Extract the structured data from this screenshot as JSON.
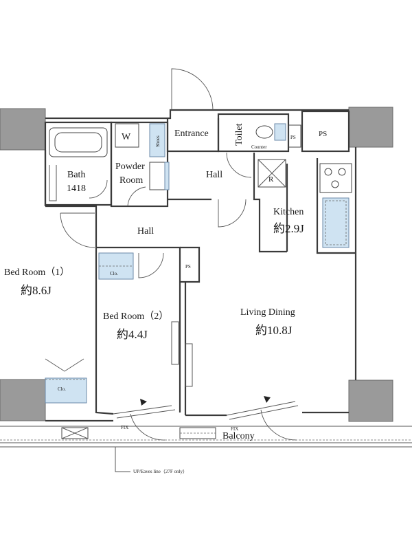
{
  "rooms": {
    "bedroom1": {
      "name": "Bed Room（1）",
      "area": "約8.6J"
    },
    "bedroom2": {
      "name": "Bed Room（2）",
      "area": "約4.4J"
    },
    "living": {
      "name": "Living Dining",
      "area": "約10.8J"
    },
    "kitchen": {
      "name": "Kitchen",
      "area": "約2.9J"
    },
    "bath": {
      "name": "Bath",
      "size": "1418"
    },
    "powder": {
      "name_line1": "Powder",
      "name_line2": "Room"
    },
    "hall_main": "Hall",
    "hall_entry": "Hall",
    "entrance": "Entrance",
    "toilet": "Toilet",
    "balcony": "Balcony"
  },
  "fixtures": {
    "washer": "W",
    "shoes": "Shoes",
    "counter": "Counter",
    "refrigerator": "R",
    "ps_small": "PS",
    "ps_top": "PS",
    "ps_mid": "PS",
    "closet1": "Clo.",
    "closet2": "Clo.",
    "fix1": "FIX",
    "fix2": "FIX"
  },
  "notes": {
    "eaves": "UP/Eaves line（27F only）"
  },
  "colors": {
    "wall": "#3a3a3a",
    "column": "#9a9a9a",
    "storage_fill": "#cfe3f2"
  }
}
